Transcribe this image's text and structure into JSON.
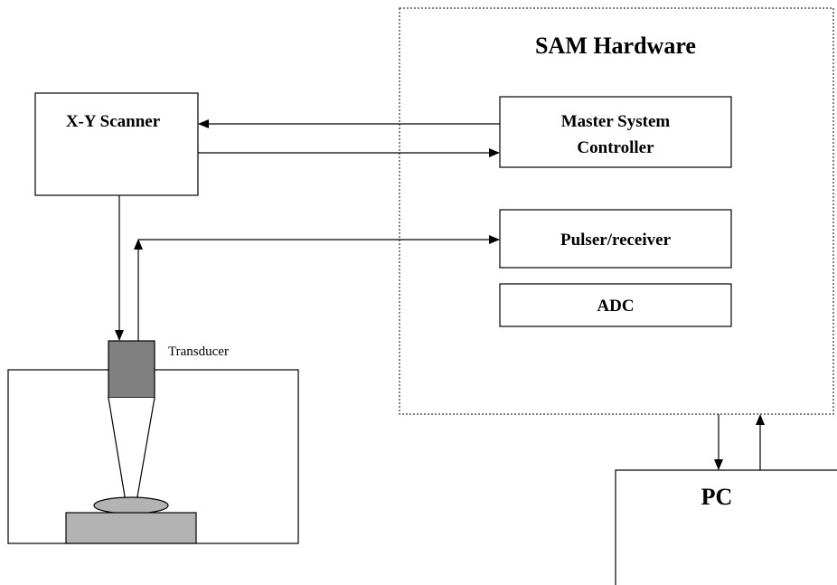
{
  "labels": {
    "sam_hardware": "SAM Hardware",
    "xy_scanner": "X-Y Scanner",
    "master_line1": "Master System",
    "master_line2": "Controller",
    "pulser_receiver": "Pulser/receiver",
    "adc": "ADC",
    "transducer": "Transducer",
    "pc": "PC"
  },
  "colors": {
    "transducer_fill": "#808080",
    "sample_fill": "#b3b3b3",
    "stroke": "#000000"
  }
}
